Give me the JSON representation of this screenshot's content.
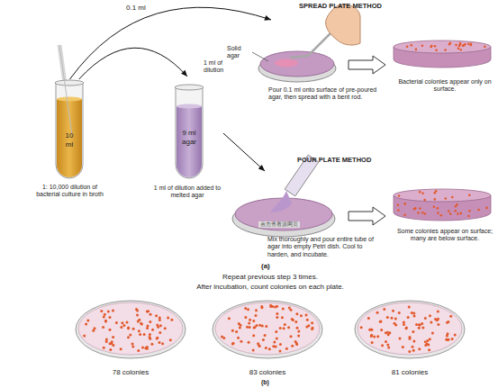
{
  "diagram": {
    "nodes": [
      {
        "text": [
          "10 ml",
          "1: 10,000 dilution of bacterial culture in broth"
        ]
      },
      {
        "text": [
          "9 ml agar",
          "1 ml of dilution added to melted agar"
        ]
      },
      {
        "text": [
          "SPREAD PLATE METHOD",
          "Solid agar",
          "Pour 0.1 ml onto surface of pre-poured agar, then spread with a bent rod."
        ]
      },
      {
        "text": [
          "Bacterial colonies appear only on surface."
        ]
      },
      {
        "text": [
          "POUR PLATE METHOD",
          "Mix thoroughly and pour entire tube of agar into empty Petri dish. Cool to harden, and incubate."
        ]
      },
      {
        "text": [
          "Some colonies appear on surface; many are below surface."
        ]
      },
      {
        "text": [
          "78 colonies"
        ]
      },
      {
        "text": [
          "83 colonies"
        ]
      },
      {
        "text": [
          "81 colonies"
        ]
      }
    ],
    "edges": [
      {
        "from": 0,
        "to": 2,
        "arrow": "to",
        "label": "0.1 ml"
      },
      {
        "from": 0,
        "to": 1,
        "arrow": "to",
        "label": "1 ml of dilution"
      },
      {
        "from": 1,
        "to": 4,
        "arrow": "to"
      },
      {
        "from": 2,
        "to": 3,
        "arrow": "to"
      },
      {
        "from": 4,
        "to": 5,
        "arrow": "to"
      }
    ],
    "labels": [
      "点击查看源网页",
      "(a)",
      "Repeat previous step 3 times.",
      "After incubation, count colonies on each plate.",
      "(b)"
    ]
  }
}
